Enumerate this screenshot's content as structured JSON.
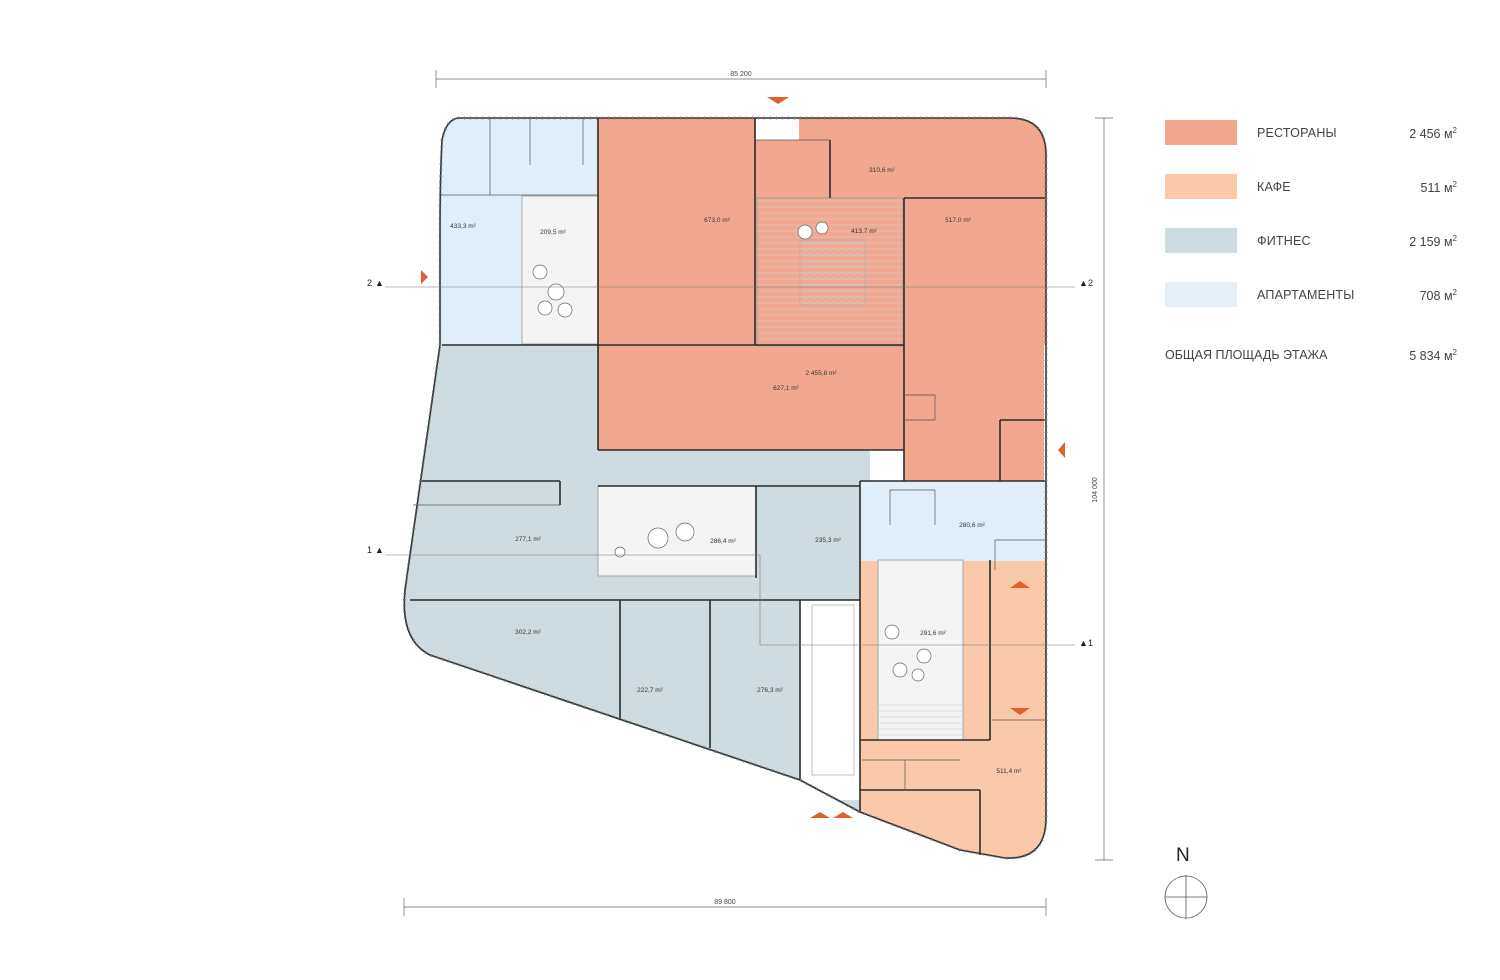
{
  "dimensions": {
    "top": "85 200",
    "bottom": "89 800",
    "right": "104 000"
  },
  "sections": {
    "s2_left": "2",
    "s2_right": "2",
    "s1_left": "1",
    "s1_right": "1",
    "marker": "▲"
  },
  "areas": {
    "a433": "433,3 m²",
    "a209": "209,5 m²",
    "a673": "673,0 m²",
    "a413": "413,7 m²",
    "a310": "310,6 m²",
    "a517": "517,0 m²",
    "a2455": "2 455,8 m²",
    "a627": "627,1 m²",
    "a277": "277,1 m²",
    "a286": "286,4 m²",
    "a235": "235,3 m²",
    "a280": "280,6 m²",
    "a302": "302,2 m²",
    "a222": "222,7 m²",
    "a276": "276,3 m²",
    "a291": "291,6 m²",
    "a511": "511,4 m²"
  },
  "legend": {
    "items": [
      {
        "label": "РЕСТОРАНЫ",
        "value": "2 456 м",
        "unit_sup": "2",
        "color": "#F2A88F"
      },
      {
        "label": "КАФЕ",
        "value": "511 м",
        "unit_sup": "2",
        "color": "#F9C9A9"
      },
      {
        "label": "ФИТНЕС",
        "value": "2 159 м",
        "unit_sup": "2",
        "color": "#CEDCE2"
      },
      {
        "label": "АПАРТАМЕНТЫ",
        "value": "708 м",
        "unit_sup": "2",
        "color": "#E6EFF7"
      }
    ],
    "total_label": "ОБЩАЯ ПЛОЩАДЬ ЭТАЖА",
    "total_value": "5 834 м",
    "total_sup": "2"
  },
  "north_label": "N",
  "colors": {
    "restaurant": "#F2A88F",
    "cafe": "#F9C9A9",
    "fitness": "#CEDCE2",
    "apartments": "#E0EEFA",
    "courtyard": "#F1F1F1",
    "entrance_arrow": "#E0602E"
  }
}
